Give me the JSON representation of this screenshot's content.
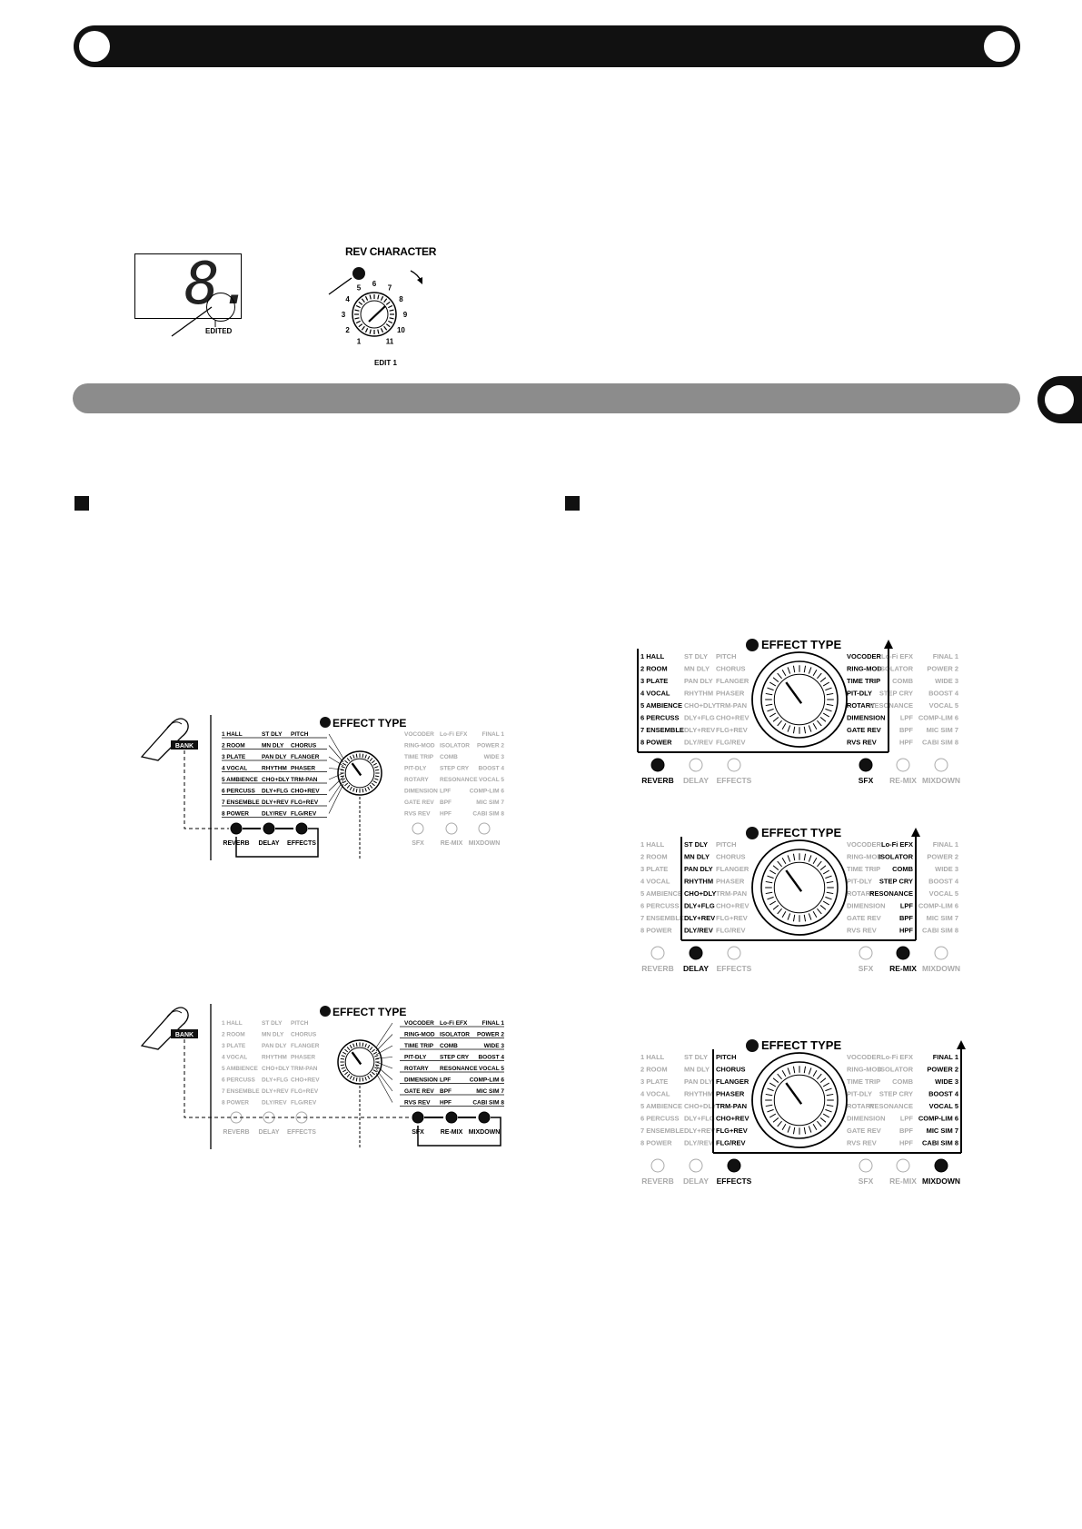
{
  "rev_character_label": "REV CHARACTER",
  "display": {
    "digit": "8.",
    "edited_label": "EDITED"
  },
  "rev_knob": {
    "ticks": [
      "1",
      "2",
      "3",
      "4",
      "5",
      "6",
      "7",
      "8",
      "9",
      "10",
      "11"
    ],
    "edit_label": "EDIT 1"
  },
  "effect_type_label": "EFFECT TYPE",
  "bank_label": "BANK",
  "reverb_names": [
    "1 HALL",
    "2 ROOM",
    "3 PLATE",
    "4 VOCAL",
    "5 AMBIENCE",
    "6 PERCUSS",
    "7 ENSEMBLE",
    "8 POWER"
  ],
  "delay_names": [
    "ST DLY",
    "MN DLY",
    "PAN DLY",
    "RHYTHM",
    "CHO+DLY",
    "DLY+FLG",
    "DLY+REV",
    "DLY/REV"
  ],
  "effects_names": [
    "PITCH",
    "CHORUS",
    "FLANGER",
    "PHASER",
    "TRM-PAN",
    "CHO+REV",
    "FLG+REV",
    "FLG/REV"
  ],
  "sfx_names": [
    "VOCODER",
    "RING-MOD",
    "TIME TRIP",
    "PIT-DLY",
    "ROTARY",
    "DIMENSION",
    "GATE REV",
    "RVS REV"
  ],
  "remix_names": [
    "Lo-Fi EFX",
    "ISOLATOR",
    "COMB",
    "STEP CRY",
    "RESONANCE",
    "LPF",
    "BPF",
    "HPF"
  ],
  "mixdown_names": [
    "FINAL 1",
    "POWER 2",
    "WIDE 3",
    "BOOST 4",
    "VOCAL 5",
    "COMP-LIM 6",
    "MIC SIM 7",
    "CABI SIM 8"
  ],
  "categories": [
    "REVERB",
    "DELAY",
    "EFFECTS",
    "SFX",
    "RE-MIX",
    "MIXDOWN"
  ],
  "left_diagrams": [
    {
      "active_group": "left"
    },
    {
      "active_group": "right"
    }
  ],
  "right_diagrams": [
    {
      "active": [
        0,
        3
      ]
    },
    {
      "active": [
        1,
        4
      ]
    },
    {
      "active": [
        2,
        5
      ]
    }
  ]
}
